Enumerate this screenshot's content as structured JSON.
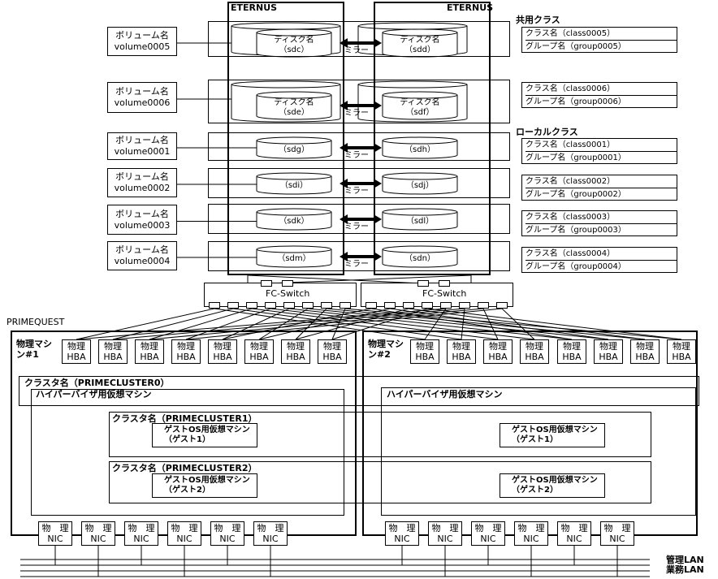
{
  "eternus": {
    "left_label": "ETERNUS",
    "right_label": "ETERNUS"
  },
  "mirror_label": "ミラー",
  "disk_label": "ディスク名",
  "volume_label": "ボリューム名",
  "groups": {
    "shared": "共用クラス",
    "local": "ローカルクラス"
  },
  "volumes": [
    {
      "volume": "volume0005",
      "left_disk": "（sdc）",
      "right_disk": "（sdd）",
      "named": true,
      "cls": "クラス名（class0005）",
      "grp": "グループ名（group0005）"
    },
    {
      "volume": "volume0006",
      "left_disk": "（sde）",
      "right_disk": "（sdf）",
      "named": true,
      "cls": "クラス名（class0006）",
      "grp": "グループ名（group0006）"
    },
    {
      "volume": "volume0001",
      "left_disk": "（sdg）",
      "right_disk": "（sdh）",
      "named": false,
      "cls": "クラス名（class0001）",
      "grp": "グループ名（group0001）"
    },
    {
      "volume": "volume0002",
      "left_disk": "（sdi）",
      "right_disk": "（sdj）",
      "named": false,
      "cls": "クラス名（class0002）",
      "grp": "グループ名（group0002）"
    },
    {
      "volume": "volume0003",
      "left_disk": "（sdk）",
      "right_disk": "（sdl）",
      "named": false,
      "cls": "クラス名（class0003）",
      "grp": "グループ名（group0003）"
    },
    {
      "volume": "volume0004",
      "left_disk": "（sdm）",
      "right_disk": "（sdn）",
      "named": false,
      "cls": "クラス名（class0004）",
      "grp": "グループ名（group0004）"
    }
  ],
  "fc_switch": {
    "left": "FC-Switch",
    "right": "FC-Switch"
  },
  "primequest": "PRIMEQUEST",
  "machines": {
    "m1": "物理マシン#1",
    "m2": "物理マシン#2"
  },
  "hba": {
    "line1": "物理",
    "line2": "HBA"
  },
  "clusters": {
    "c0": "クラスタ名（PRIMECLUSTER0）",
    "c1": "クラスタ名（PRIMECLUSTER1）",
    "c2": "クラスタ名（PRIMECLUSTER2）"
  },
  "hypervisor": "ハイパーバイザ用仮想マシン",
  "guest_vm": "ゲストOS用仮想マシン",
  "guest1": "（ゲスト1）",
  "guest2": "（ゲスト2）",
  "nic": {
    "line1": "物　理",
    "line2": "NIC"
  },
  "lan": {
    "mgmt": "管理LAN",
    "business": "業務LAN"
  }
}
